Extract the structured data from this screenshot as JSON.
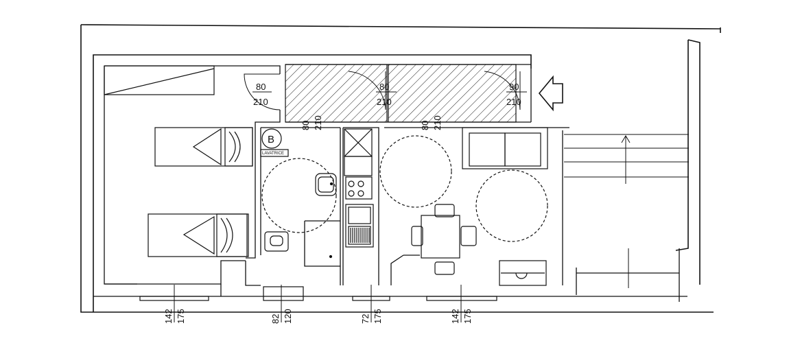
{
  "doors": {
    "entrance": {
      "width": "90",
      "height": "210"
    },
    "hall_left": {
      "width": "80",
      "height": "210"
    },
    "hall_mid": {
      "width": "80",
      "height": "210"
    },
    "bathroom": {
      "width": "80",
      "height": "210"
    },
    "kitchen": {
      "width": "80",
      "height": "210"
    }
  },
  "windows": {
    "bedroom": {
      "width": "142",
      "height": "175"
    },
    "bathroom": {
      "width": "82",
      "height": "120"
    },
    "kitchen": {
      "width": "72",
      "height": "175"
    },
    "living": {
      "width": "142",
      "height": "175"
    }
  },
  "labels": {
    "washer_badge": "B",
    "washer_label": "LAVATRICE"
  }
}
